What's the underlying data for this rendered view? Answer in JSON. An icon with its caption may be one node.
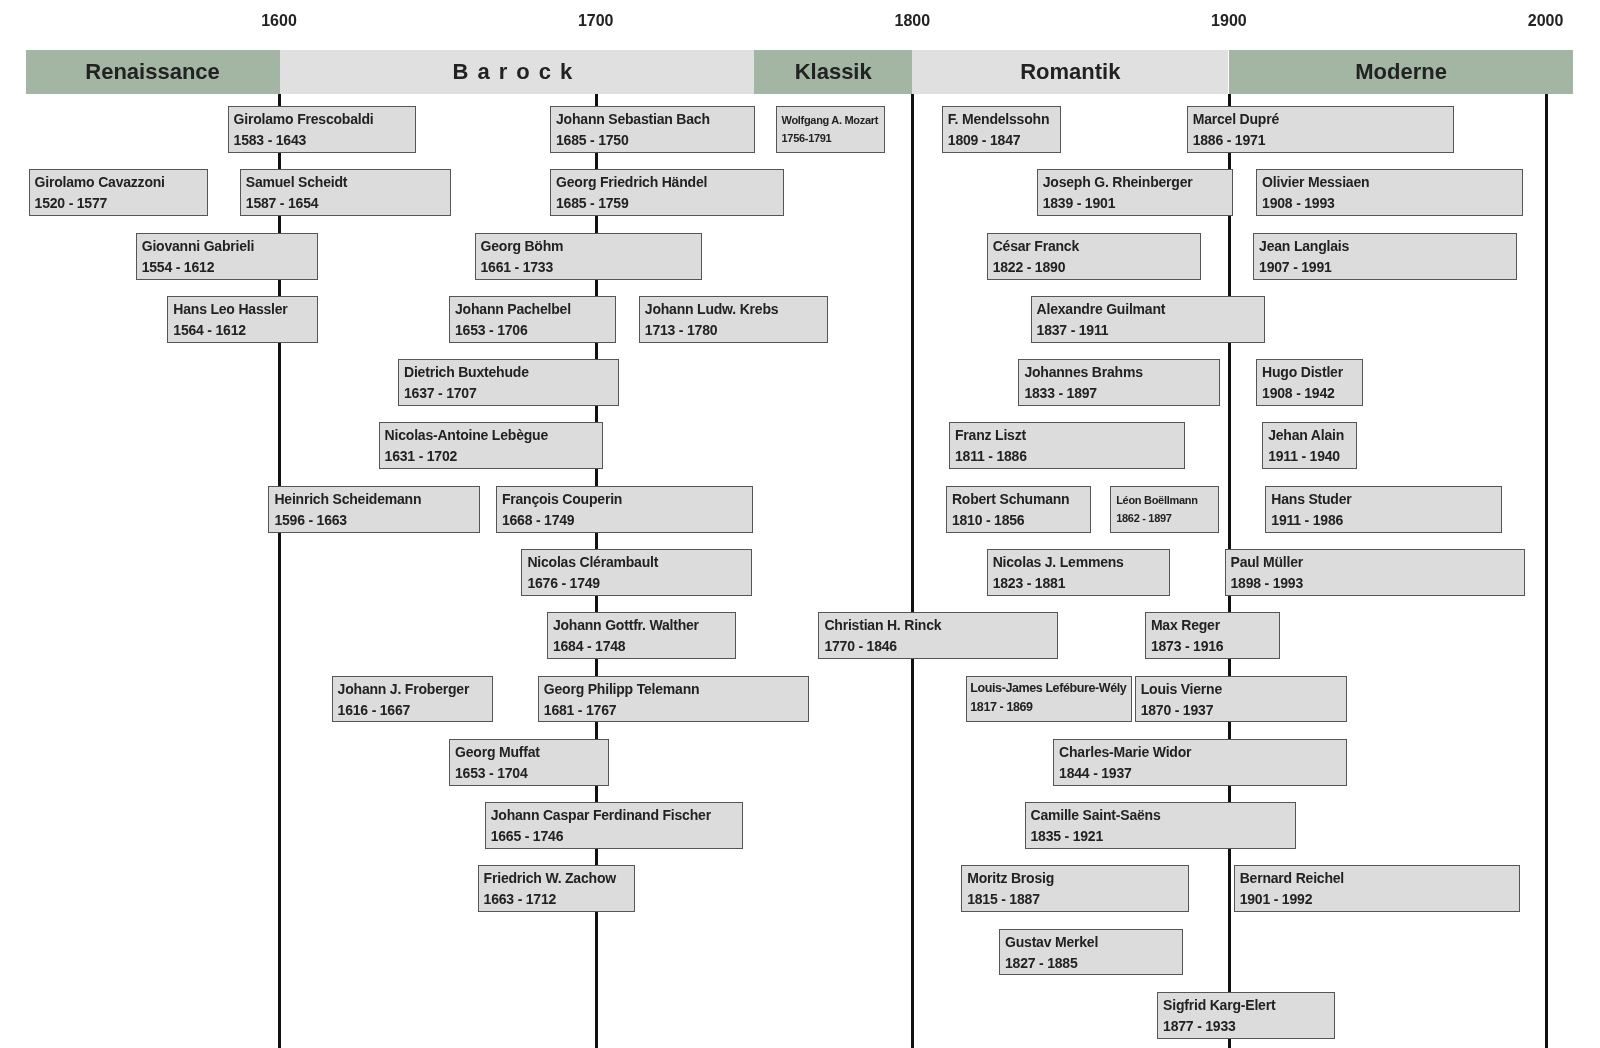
{
  "diagram": {
    "nodes": [
      {
        "text": [
          "Renaissance"
        ]
      },
      {
        "text": [
          "Barock"
        ]
      },
      {
        "text": [
          "Klassik"
        ]
      },
      {
        "text": [
          "Romantik"
        ]
      },
      {
        "text": [
          "Moderne"
        ]
      },
      {
        "text": [
          "Girolamo Frescobaldi",
          "1583 - 1643"
        ]
      },
      {
        "text": [
          "Johann Sebastian Bach",
          "1685 - 1750"
        ]
      },
      {
        "text": [
          "Wolfgang A. Mozart",
          "1756-1791"
        ]
      },
      {
        "text": [
          "F. Mendelssohn",
          "1809 - 1847"
        ]
      },
      {
        "text": [
          "Marcel Dupré",
          "1886 - 1971"
        ]
      },
      {
        "text": [
          "Girolamo Cavazzoni",
          "1520 - 1577"
        ]
      },
      {
        "text": [
          "Samuel Scheidt",
          "1587 - 1654"
        ]
      },
      {
        "text": [
          "Georg Friedrich Händel",
          "1685 - 1759"
        ]
      },
      {
        "text": [
          "Joseph G. Rheinberger",
          "1839 - 1901"
        ]
      },
      {
        "text": [
          "Olivier Messiaen",
          "1908 - 1993"
        ]
      },
      {
        "text": [
          "Giovanni Gabrieli",
          "1554 - 1612"
        ]
      },
      {
        "text": [
          "Georg Böhm",
          "1661 - 1733"
        ]
      },
      {
        "text": [
          "César Franck",
          "1822 - 1890"
        ]
      },
      {
        "text": [
          "Jean Langlais",
          "1907 - 1991"
        ]
      },
      {
        "text": [
          "Hans Leo Hassler",
          "1564 - 1612"
        ]
      },
      {
        "text": [
          "Johann Pachelbel",
          "1653 - 1706"
        ]
      },
      {
        "text": [
          "Johann Ludw. Krebs",
          "1713 - 1780"
        ]
      },
      {
        "text": [
          "Alexandre Guilmant",
          "1837 - 1911"
        ]
      },
      {
        "text": [
          "Dietrich Buxtehude",
          "1637 - 1707"
        ]
      },
      {
        "text": [
          "Johannes Brahms",
          "1833 - 1897"
        ]
      },
      {
        "text": [
          "Hugo Distler",
          "1908 - 1942"
        ]
      },
      {
        "text": [
          "Nicolas-Antoine Lebègue",
          "1631 - 1702"
        ]
      },
      {
        "text": [
          "Franz Liszt",
          "1811 - 1886"
        ]
      },
      {
        "text": [
          "Jehan Alain",
          "1911 - 1940"
        ]
      },
      {
        "text": [
          "Heinrich Scheidemann",
          "1596 - 1663"
        ]
      },
      {
        "text": [
          "François Couperin",
          "1668 - 1749"
        ]
      },
      {
        "text": [
          "Robert Schumann",
          "1810 - 1856"
        ]
      },
      {
        "text": [
          "Léon Boëllmann",
          "1862 - 1897"
        ]
      },
      {
        "text": [
          "Hans Studer",
          "1911 - 1986"
        ]
      },
      {
        "text": [
          "Nicolas Clérambault",
          "1676 - 1749"
        ]
      },
      {
        "text": [
          "Nicolas J. Lemmens",
          "1823 - 1881"
        ]
      },
      {
        "text": [
          "Paul Müller",
          "1898 - 1993"
        ]
      },
      {
        "text": [
          "Johann Gottfr. Walther",
          "1684 - 1748"
        ]
      },
      {
        "text": [
          "Christian H. Rinck",
          "1770 - 1846"
        ]
      },
      {
        "text": [
          "Max Reger",
          "1873 - 1916"
        ]
      },
      {
        "text": [
          "Johann J. Froberger",
          "1616 - 1667"
        ]
      },
      {
        "text": [
          "Georg Philipp Telemann",
          "1681 - 1767"
        ]
      },
      {
        "text": [
          "Louis-James Lefébure-Wély",
          "1817 - 1869"
        ]
      },
      {
        "text": [
          "Louis Vierne",
          "1870 - 1937"
        ]
      },
      {
        "text": [
          "Georg Muffat",
          "1653 - 1704"
        ]
      },
      {
        "text": [
          "Charles-Marie Widor",
          "1844 - 1937"
        ]
      },
      {
        "text": [
          "Johann Caspar Ferdinand Fischer",
          "1665 - 1746"
        ]
      },
      {
        "text": [
          "Camille Saint-Saëns",
          "1835 - 1921"
        ]
      },
      {
        "text": [
          "Friedrich W. Zachow",
          "1663 - 1712"
        ]
      },
      {
        "text": [
          "Moritz Brosig",
          "1815 - 1887"
        ]
      },
      {
        "text": [
          "Bernard Reichel",
          "1901 - 1992"
        ]
      },
      {
        "text": [
          "Gustav Merkel",
          "1827 - 1885"
        ]
      },
      {
        "text": [
          "Sigfrid Karg-Elert",
          "1877 - 1933"
        ]
      }
    ],
    "labels": [
      "1600",
      "1700",
      "1800",
      "1900",
      "2000"
    ]
  }
}
